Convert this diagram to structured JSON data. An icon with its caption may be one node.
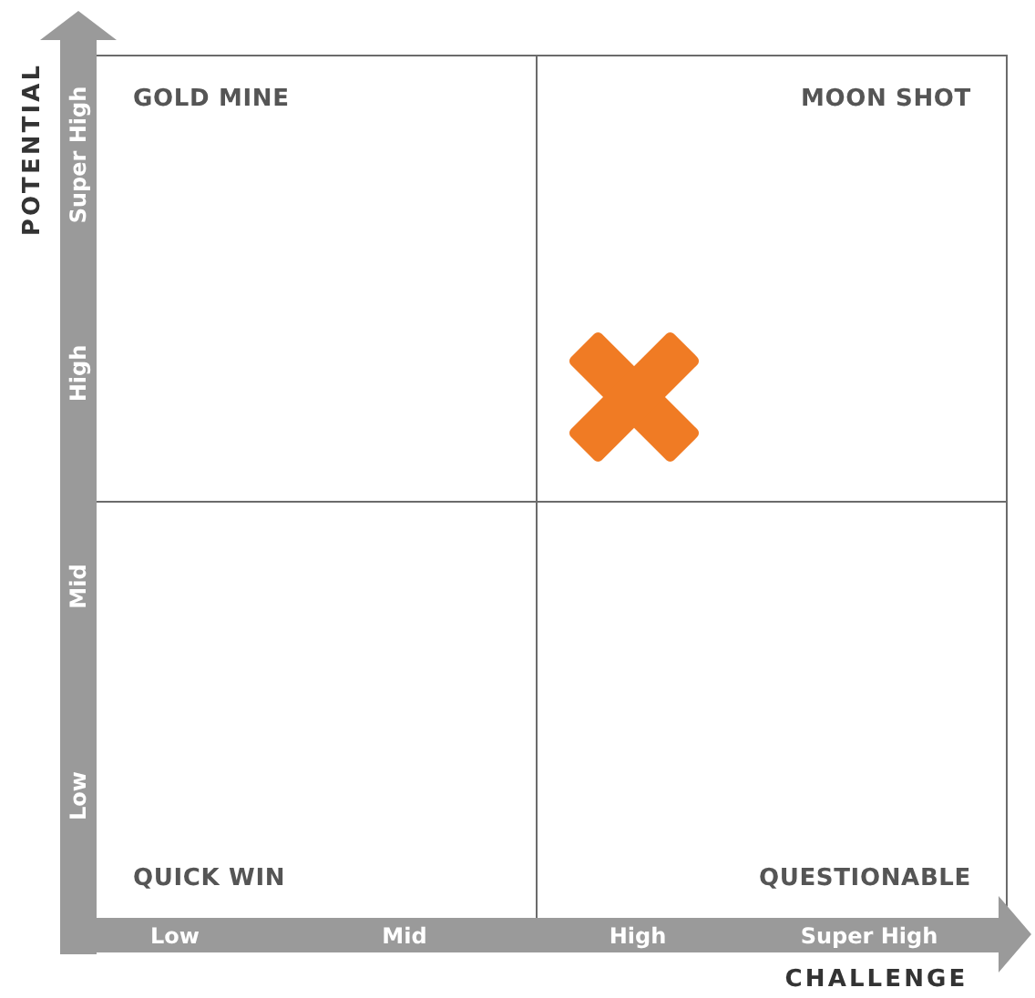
{
  "diagram": {
    "nodes": [
      {
        "text": [
          "GOLD MINE"
        ]
      },
      {
        "text": [
          "MOON SHOT"
        ]
      },
      {
        "text": [
          "QUICK WIN"
        ]
      },
      {
        "text": [
          "QUESTIONABLE"
        ]
      }
    ],
    "labels": [
      "POTENTIAL",
      "Super High",
      "High",
      "Mid",
      "Low",
      "Low",
      "Mid",
      "High",
      "Super High",
      "CHALLENGE"
    ]
  }
}
